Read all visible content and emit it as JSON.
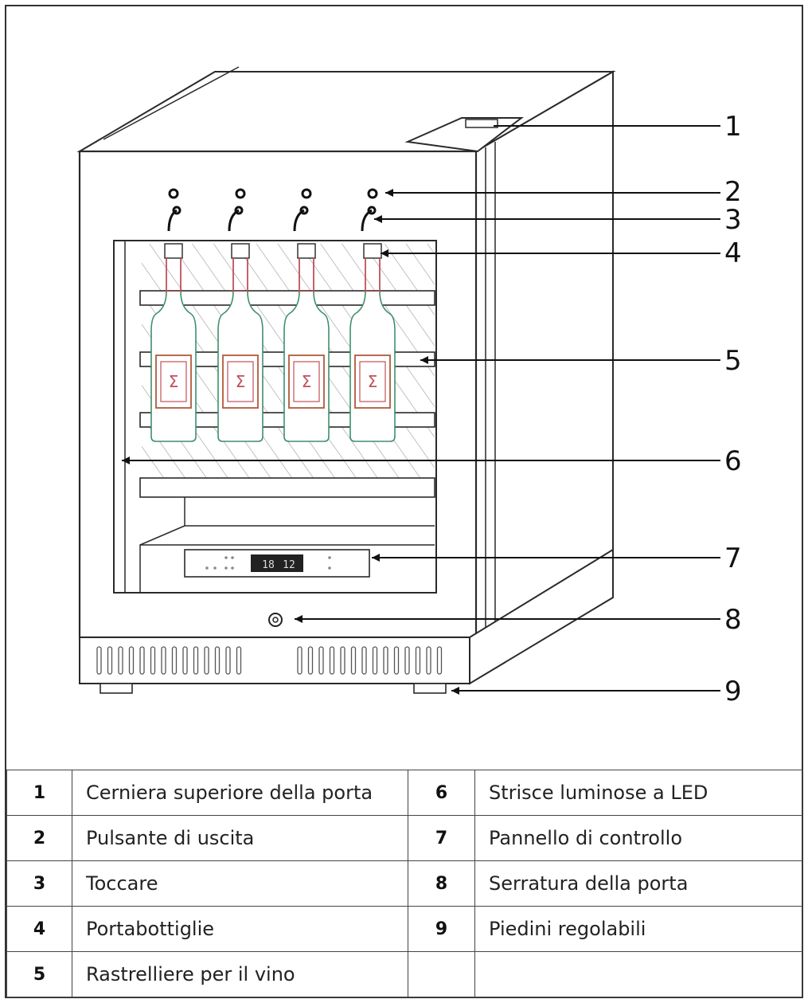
{
  "callouts": [
    "1",
    "2",
    "3",
    "4",
    "5",
    "6",
    "7",
    "8",
    "9"
  ],
  "display": {
    "left": "18",
    "right": "12"
  },
  "legend": {
    "rows": [
      [
        {
          "num": "1",
          "label": "Cerniera superiore della porta"
        },
        {
          "num": "6",
          "label": "Strisce luminose a LED"
        }
      ],
      [
        {
          "num": "2",
          "label": "Pulsante di uscita"
        },
        {
          "num": "7",
          "label": "Pannello di controllo"
        }
      ],
      [
        {
          "num": "3",
          "label": "Toccare"
        },
        {
          "num": "8",
          "label": "Serratura della porta"
        }
      ],
      [
        {
          "num": "4",
          "label": "Portabottiglie"
        },
        {
          "num": "9",
          "label": "Piedini regolabili"
        }
      ],
      [
        {
          "num": "5",
          "label": "Rastrelliere per il vino"
        },
        {
          "num": "",
          "label": ""
        }
      ]
    ]
  },
  "colors": {
    "line": "#2a2a2a",
    "bottle_neck": "#c0505a",
    "bottle_body": "#3f8f6a",
    "label_frame": "#b05a3a"
  }
}
